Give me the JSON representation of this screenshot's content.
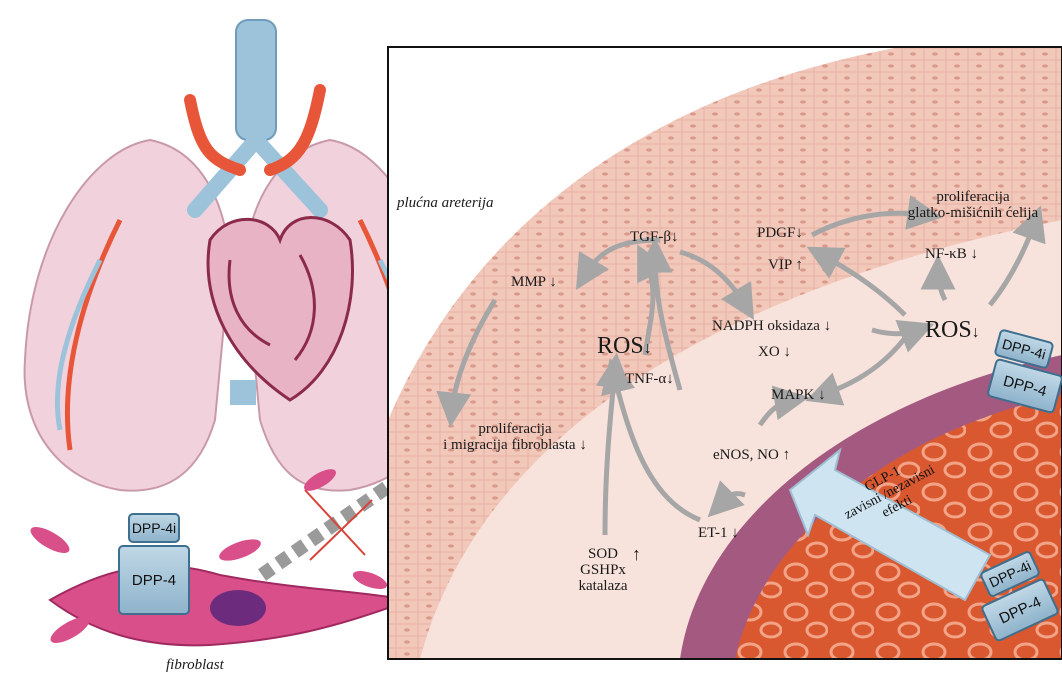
{
  "labels": {
    "arteria": "plućna areterija",
    "fibroblast": "fibroblast",
    "prolif_smc": [
      "proliferacija",
      "glatko-mišićnih  ćelija"
    ],
    "pdgf": "PDGF",
    "vip": "VIP",
    "tgf": "TGF-β",
    "mmp": "MMP",
    "nfkb": "NF-κB",
    "nadph": "NADPH oksidaza",
    "xo": "XO",
    "ros_left": "ROS",
    "ros_right": "ROS",
    "tnf": "TNF-α",
    "mapk": "MAPK",
    "prolif_fib": [
      "proliferacija",
      "i migracija  fibroblasta"
    ],
    "enos": "eNOS, NO",
    "et1": "ET-1",
    "sod": [
      "SOD",
      "GSHPx",
      "katalaza"
    ],
    "glp": [
      "GLP-1",
      "zavisni /nezavisni",
      "efekti"
    ]
  },
  "arrows": {
    "down": "↓",
    "up": "↑"
  },
  "boxes": {
    "dpp4": "DPP-4",
    "dpp4i": "DPP-4i"
  },
  "colors": {
    "tissue_outer": "#f2c8bb",
    "tissue_inner": "#f7dcd3",
    "vessel_wall": "#a45a80",
    "blood": "#d9582f",
    "arrow": "#a6a6a6",
    "dpp_box": "#a9c7db",
    "fibroblast": "#d94f8a",
    "pulmonary_artery": "#e8563a",
    "airway": "#9dc3db"
  }
}
